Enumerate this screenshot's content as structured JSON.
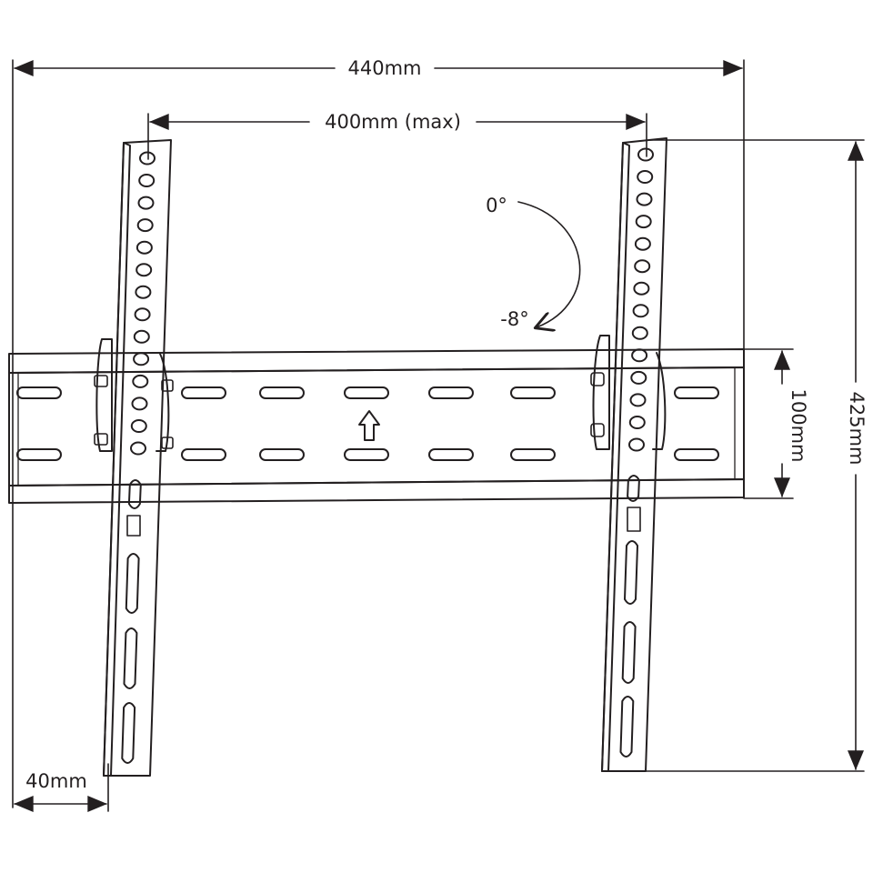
{
  "diagram": {
    "title": "",
    "colors": {
      "line": "#231f20",
      "background": "#ffffff"
    },
    "dimensions": {
      "total_width": "440mm",
      "vesa_max": "400mm (max)",
      "height": "425mm",
      "rail_height": "100mm",
      "wall_offset": "40mm"
    },
    "tilt": {
      "upper": "0°",
      "lower": "-8°"
    },
    "icons": [
      "up-arrow-icon",
      "tilt-arc-arrow-icon"
    ]
  }
}
